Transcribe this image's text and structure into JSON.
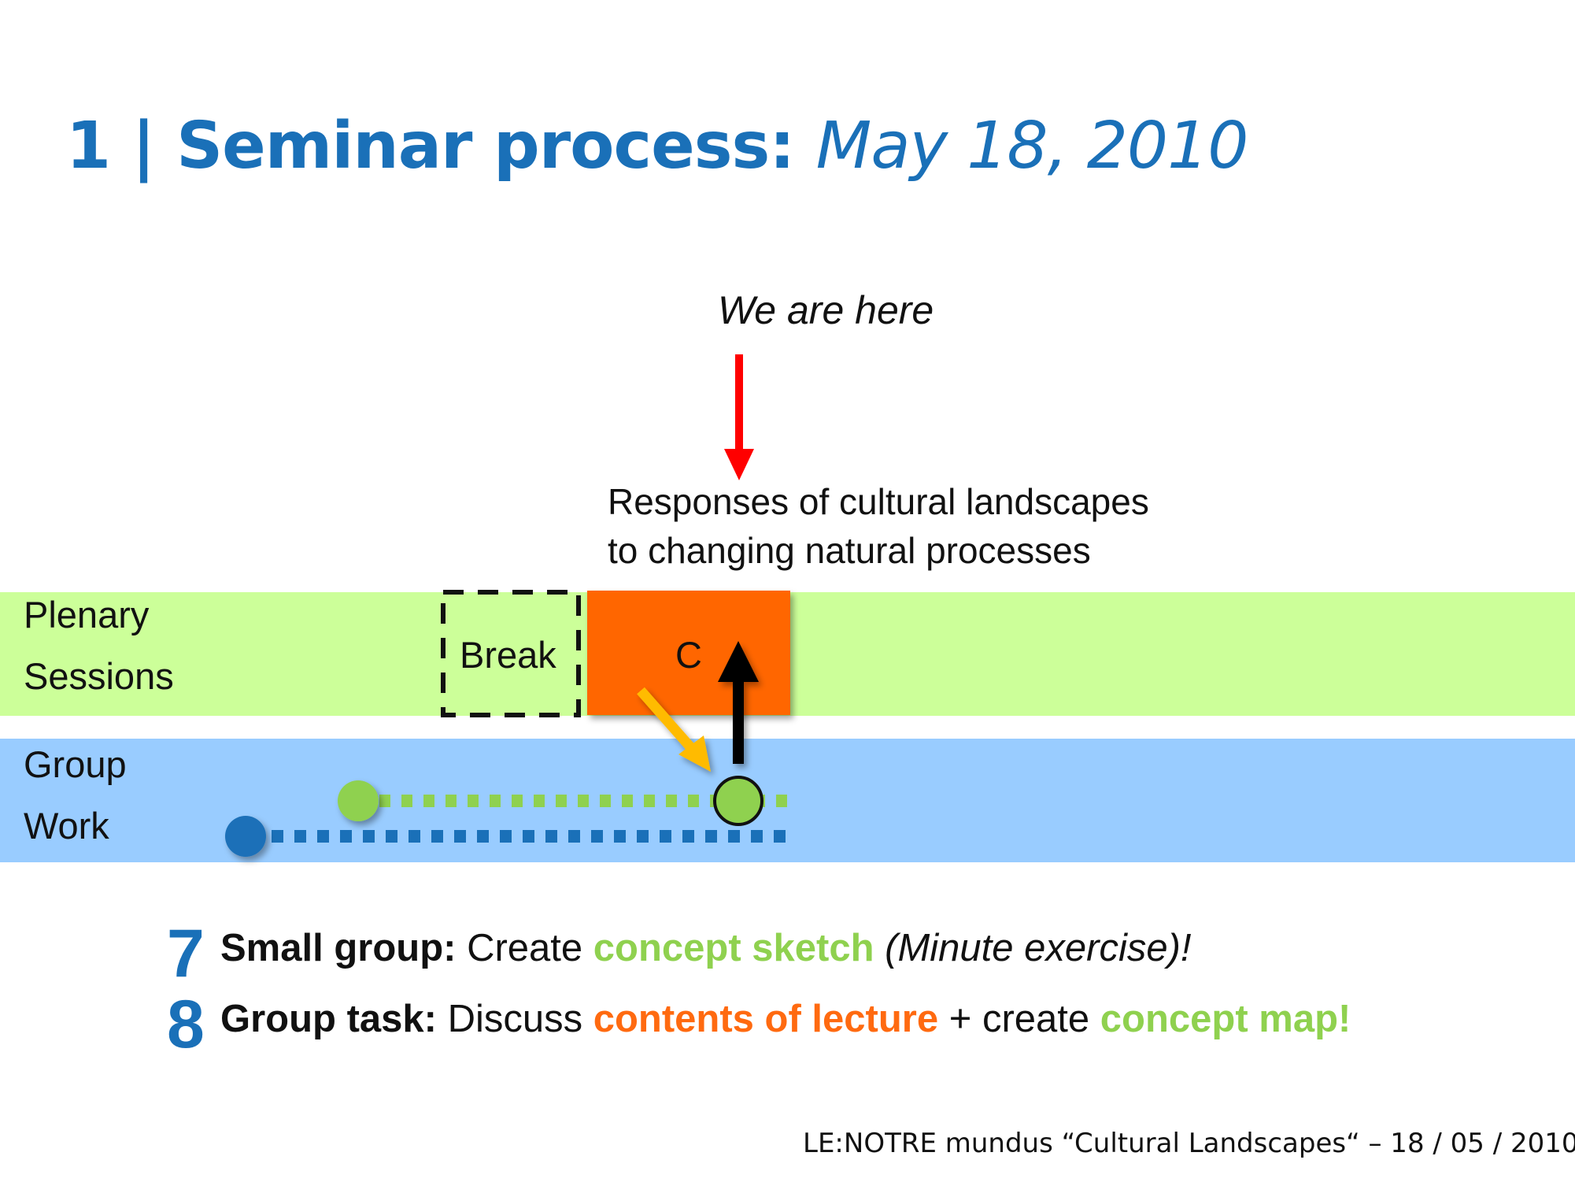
{
  "title": {
    "prefix": "1 | Seminar process: ",
    "date": "May 18, 2010"
  },
  "marker": {
    "text": "We are here"
  },
  "lecture": {
    "line1": "Responses of cultural landscapes",
    "line2": "to changing natural processes"
  },
  "bands": {
    "plenary": {
      "line1": "Plenary",
      "line2": "Sessions"
    },
    "group": {
      "line1": "Group",
      "line2": "Work"
    }
  },
  "blocks": {
    "break_label": "Break",
    "c_label": "C"
  },
  "tasks": [
    {
      "number": "7",
      "bold": "Small group:",
      "plain1": " Create ",
      "highlight": "concept sketch",
      "italic": " (Minute exercise)!"
    },
    {
      "number": "8",
      "bold": "Group task:",
      "plain1": " Discuss ",
      "highlight1": "contents of lecture",
      "plain2": " + create ",
      "highlight2": "concept map!"
    }
  ],
  "footer": {
    "text": "LE:NOTRE mundus “Cultural Landscapes“ – 18 / 05 / 2010"
  },
  "colors": {
    "title_blue": "#1a70b8",
    "plenary_band": "#ccff99",
    "group_band": "#99ccff",
    "lecture_block": "#ff6600",
    "arrow_red": "#ff0000",
    "arrow_yellow": "#ffbb00",
    "green_track": "#8fd14f",
    "blue_track": "#1a70b8"
  }
}
